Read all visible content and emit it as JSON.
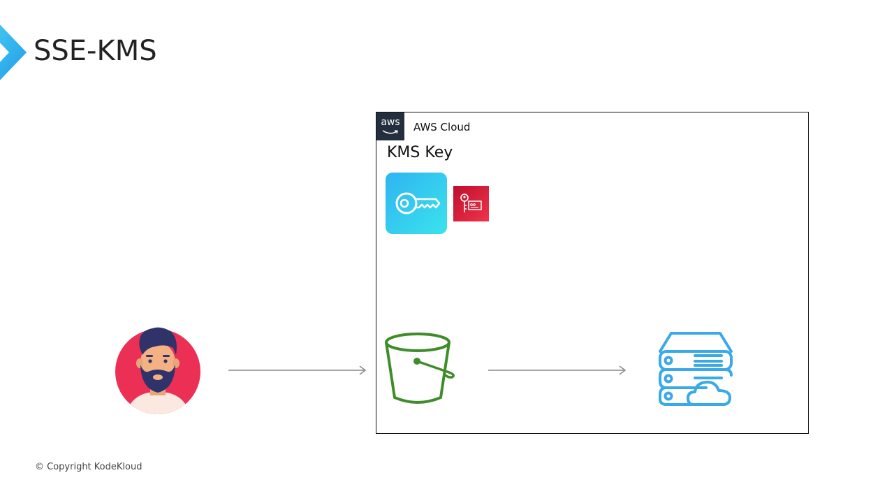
{
  "slide": {
    "title": "SSE-KMS",
    "accent_color": "#29b6f6"
  },
  "aws_cloud": {
    "badge_text": "aws",
    "label": "AWS Cloud",
    "border_color": "#111111",
    "badge_color": "#232f3e"
  },
  "kms": {
    "label": "KMS Key",
    "service_icon": "key-icon",
    "service_icon_color": "#29c4f0",
    "secondary_icon": "secrets-manager-icon",
    "secondary_icon_color": "#d6243a"
  },
  "flow": {
    "nodes": [
      {
        "id": "user",
        "icon": "user-avatar-icon"
      },
      {
        "id": "s3-bucket",
        "icon": "bucket-icon",
        "color": "#3f8c2a"
      },
      {
        "id": "storage",
        "icon": "server-cloud-icon",
        "color": "#3aa9e8"
      }
    ],
    "edges": [
      {
        "from": "user",
        "to": "s3-bucket"
      },
      {
        "from": "s3-bucket",
        "to": "storage"
      }
    ]
  },
  "footer": {
    "copyright": "© Copyright KodeKloud"
  }
}
